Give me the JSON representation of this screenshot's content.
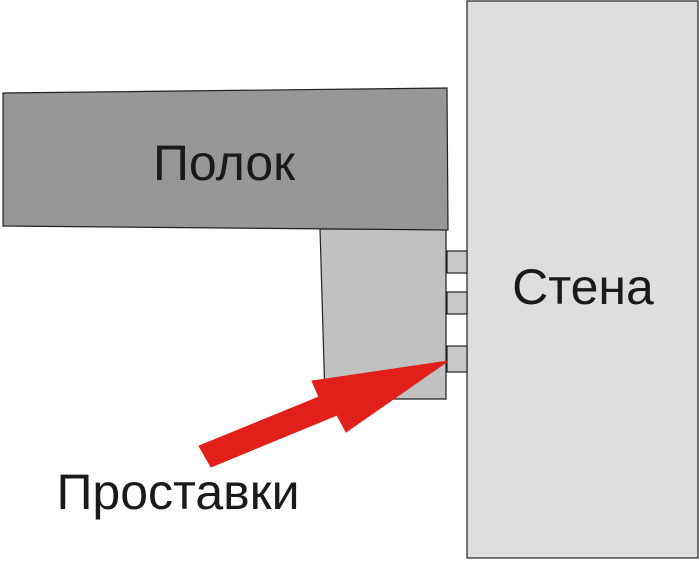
{
  "labels": {
    "ceiling": "Полок",
    "wall": "Стена",
    "spacers": "Проставки"
  },
  "colors": {
    "ceiling_fill": "#979797",
    "support_fill": "#c1c1c1",
    "wall_fill": "#dedede",
    "spacer_fill": "#c8c8c8",
    "outline": "#222222",
    "arrow": "#e1201b",
    "text": "#1a1a1a"
  },
  "parts": {
    "spacer_count": 3
  }
}
